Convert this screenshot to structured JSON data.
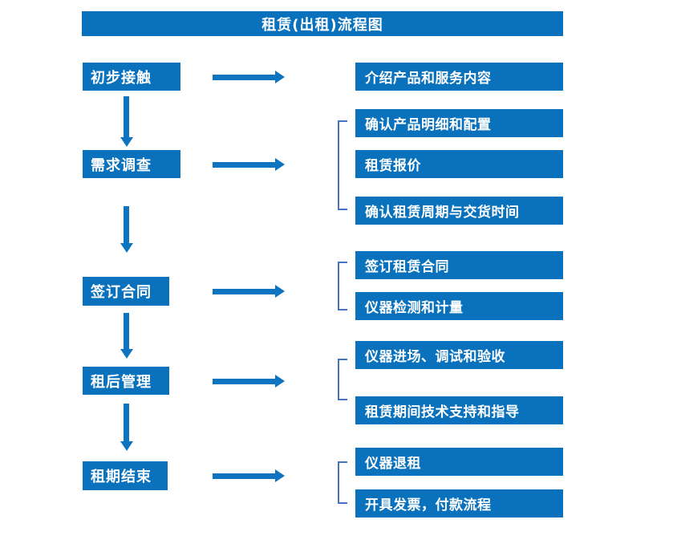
{
  "title": "租赁(出租)流程图",
  "colors": {
    "box_blue": "#0A72BC",
    "arrow_blue": "#0E74C0",
    "bracket_blue": "#4472C4",
    "text_white": "#FFFFFF",
    "page_bg": "#FFFFFF"
  },
  "stages": [
    {
      "label": "初步接触",
      "outputs": [
        "介绍产品和服务内容"
      ]
    },
    {
      "label": "需求调查",
      "outputs": [
        "确认产品明细和配置",
        "租赁报价",
        "确认租赁周期与交货时间"
      ]
    },
    {
      "label": "签订合同",
      "outputs": [
        "签订租赁合同",
        "仪器检测和计量"
      ]
    },
    {
      "label": "租后管理",
      "outputs": [
        "仪器进场、调试和验收",
        "租赁期间技术支持和指导"
      ]
    },
    {
      "label": "租期结束",
      "outputs": [
        "仪器退租",
        "开具发票，付款流程"
      ]
    }
  ]
}
